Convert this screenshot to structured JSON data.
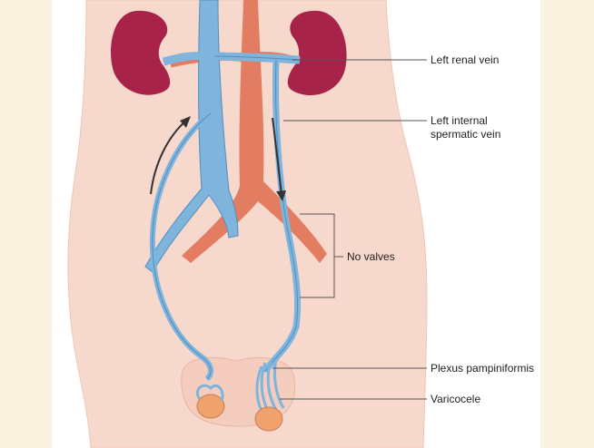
{
  "labels": {
    "left_renal_vein": "Left renal vein",
    "left_internal_spermatic_vein_line1": "Left internal",
    "left_internal_spermatic_vein_line2": "spermatic vein",
    "no_valves": "No valves",
    "plexus_pampiniformis": "Plexus pampiniformis",
    "varicocele": "Varicocele"
  },
  "colors": {
    "background": "#fbf3df",
    "panel": "#ffffff",
    "body_skin": "#f7d8cc",
    "kidney": "#a8234a",
    "vein": "#7fb4dc",
    "vein_outline": "#4f8fbf",
    "artery": "#e27d62",
    "testis": "#f0a26e",
    "arrow": "#333333",
    "leader_line": "#555555"
  }
}
